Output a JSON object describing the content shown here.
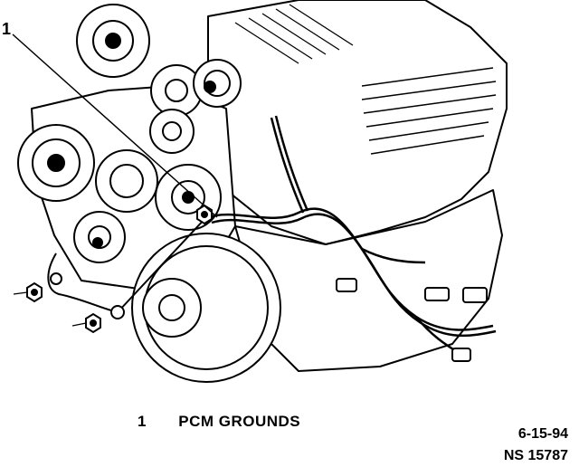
{
  "callout": {
    "number": "1"
  },
  "legend": {
    "number": "1",
    "label": "PCM GROUNDS"
  },
  "figure_info": {
    "date": "6-15-94",
    "code": "NS 15787"
  }
}
